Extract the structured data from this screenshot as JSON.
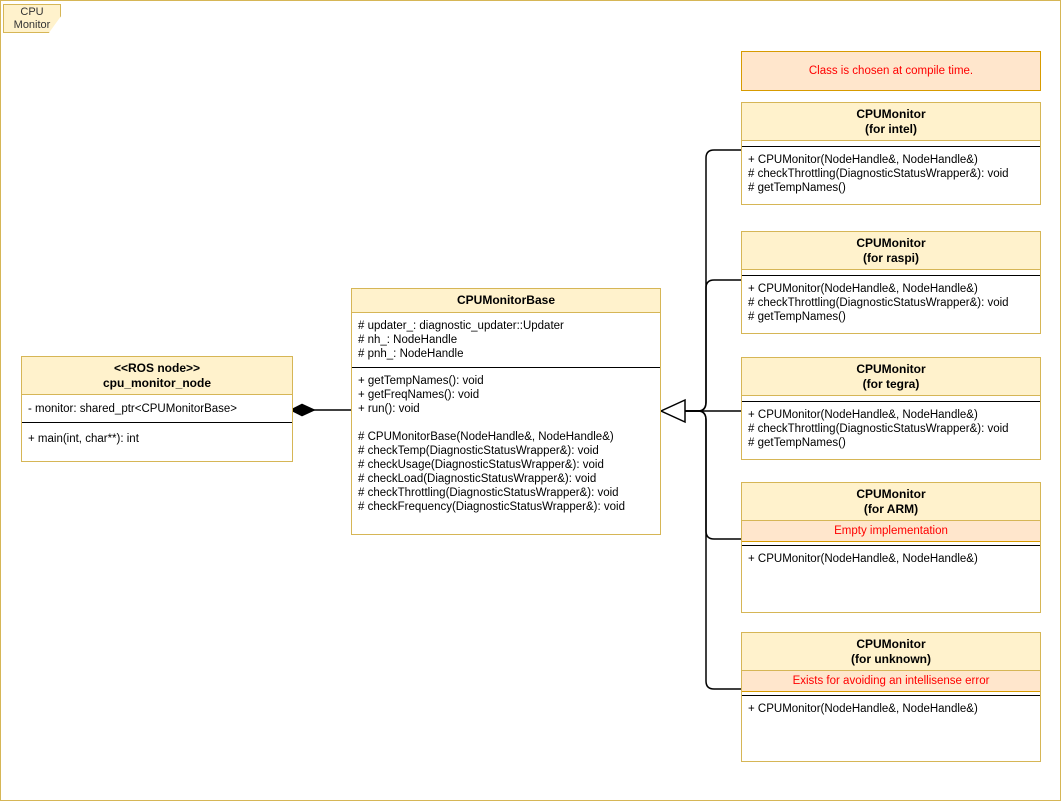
{
  "page": {
    "tab_label": "CPU Monitor",
    "background": "#ffffff",
    "border_color": "#d6b656"
  },
  "colors": {
    "class_fill": "#ffffff",
    "header_fill": "#fff2cc",
    "class_border": "#d6b656",
    "note_fill": "#ffe6cc",
    "note_border": "#d79b00",
    "note_text": "#ff0000",
    "edge_line": "#000000"
  },
  "compile_note": {
    "text": "Class is chosen at compile time."
  },
  "classes": {
    "node": {
      "stereotype": "<<ROS node>>",
      "name": "cpu_monitor_node",
      "attributes": [
        "- monitor: shared_ptr<CPUMonitorBase>"
      ],
      "methods": [
        "+ main(int, char**): int"
      ]
    },
    "base": {
      "name": "CPUMonitorBase",
      "attributes": [
        "# updater_: diagnostic_updater::Updater",
        "# nh_: NodeHandle",
        "# pnh_: NodeHandle"
      ],
      "methods": [
        "+ getTempNames(): void",
        "+ getFreqNames(): void",
        "+ run(): void",
        "",
        "# CPUMonitorBase(NodeHandle&, NodeHandle&)",
        "# checkTemp(DiagnosticStatusWrapper&): void",
        "# checkUsage(DiagnosticStatusWrapper&): void",
        "# checkLoad(DiagnosticStatusWrapper&): void",
        "# checkThrottling(DiagnosticStatusWrapper&): void",
        "# checkFrequency(DiagnosticStatusWrapper&): void"
      ]
    },
    "intel": {
      "name": "CPUMonitor",
      "qualifier": "(for intel)",
      "methods": [
        "+ CPUMonitor(NodeHandle&, NodeHandle&)",
        "# checkThrottling(DiagnosticStatusWrapper&): void",
        "# getTempNames()"
      ]
    },
    "raspi": {
      "name": "CPUMonitor",
      "qualifier": "(for raspi)",
      "methods": [
        "+ CPUMonitor(NodeHandle&, NodeHandle&)",
        "# checkThrottling(DiagnosticStatusWrapper&): void",
        "# getTempNames()"
      ]
    },
    "tegra": {
      "name": "CPUMonitor",
      "qualifier": "(for tegra)",
      "methods": [
        "+ CPUMonitor(NodeHandle&, NodeHandle&)",
        "# checkThrottling(DiagnosticStatusWrapper&): void",
        "# getTempNames()"
      ]
    },
    "arm": {
      "name": "CPUMonitor",
      "qualifier": "(for ARM)",
      "note": "Empty implementation",
      "methods": [
        "+ CPUMonitor(NodeHandle&, NodeHandle&)"
      ]
    },
    "unknown": {
      "name": "CPUMonitor",
      "qualifier": "(for unknown)",
      "note": "Exists for avoiding an intellisense error",
      "methods": [
        "+ CPUMonitor(NodeHandle&, NodeHandle&)"
      ]
    }
  },
  "relationships": [
    {
      "type": "composition",
      "from": "cpu_monitor_node",
      "to": "CPUMonitorBase"
    },
    {
      "type": "generalization",
      "from": "CPUMonitor (for intel)",
      "to": "CPUMonitorBase"
    },
    {
      "type": "generalization",
      "from": "CPUMonitor (for raspi)",
      "to": "CPUMonitorBase"
    },
    {
      "type": "generalization",
      "from": "CPUMonitor (for tegra)",
      "to": "CPUMonitorBase"
    },
    {
      "type": "generalization",
      "from": "CPUMonitor (for ARM)",
      "to": "CPUMonitorBase"
    },
    {
      "type": "generalization",
      "from": "CPUMonitor (for unknown)",
      "to": "CPUMonitorBase"
    }
  ]
}
